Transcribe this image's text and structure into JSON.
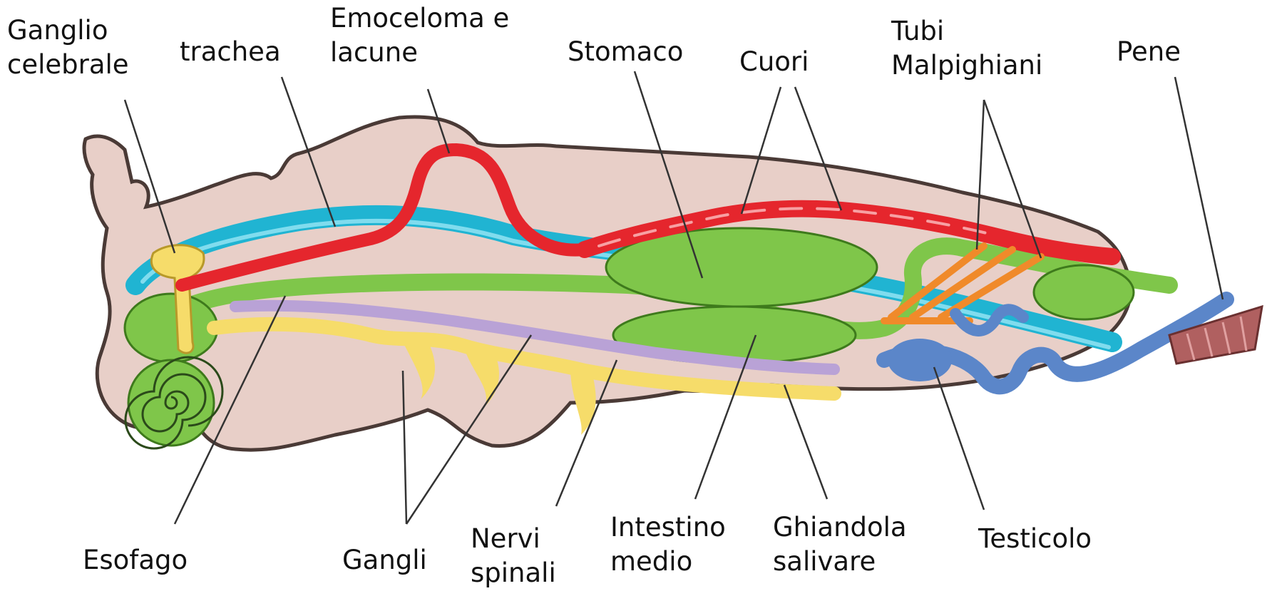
{
  "labels": {
    "ganglio_celebrale": [
      "Ganglio",
      "celebrale"
    ],
    "trachea": [
      "trachea"
    ],
    "emoceloma": [
      "Emoceloma e",
      "lacune"
    ],
    "stomaco": [
      "Stomaco"
    ],
    "cuori": [
      "Cuori"
    ],
    "tubi_malpighiani": [
      "Tubi",
      "Malpighiani"
    ],
    "pene": [
      "Pene"
    ],
    "esofago": [
      "Esofago"
    ],
    "gangli": [
      "Gangli"
    ],
    "nervi_spinali": [
      "Nervi",
      "spinali"
    ],
    "intestino_medio": [
      "Intestino",
      "medio"
    ],
    "ghiandola_salivare": [
      "Ghiandola",
      "salivare"
    ],
    "testicolo": [
      "Testicolo"
    ]
  },
  "colors": {
    "body": "#e8cfc8",
    "body_outline": "#4a3a36",
    "heart_vessel": "#e5262d",
    "trachea": "#20b4d2",
    "gut": "#7fc64a",
    "nerve_cord": "#b9a2d6",
    "ganglia": "#f6dc6a",
    "malpighian": "#f08a2a",
    "testis": "#5b86c9",
    "tail": "#b06060",
    "leader_line": "#333333"
  }
}
